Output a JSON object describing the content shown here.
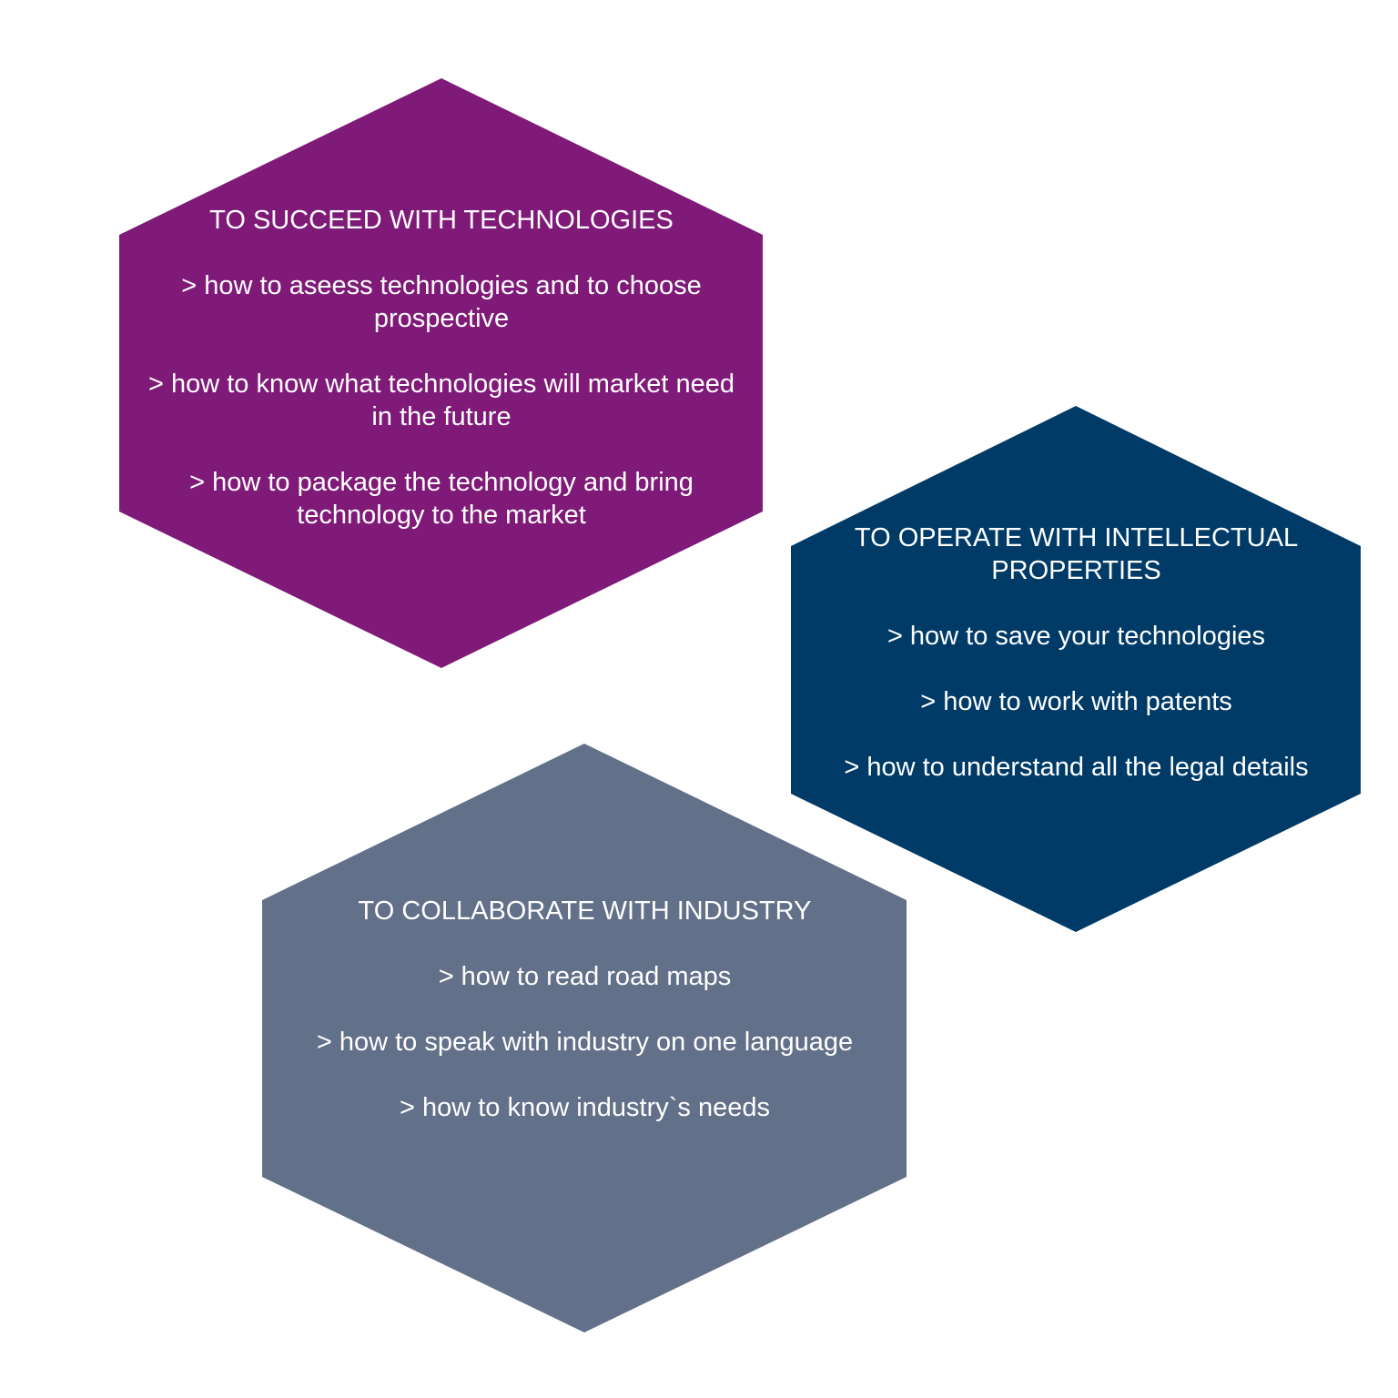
{
  "colors": {
    "technologies": "#7f1a78",
    "intellectual_properties": "#003b68",
    "industry": "#637089",
    "text": "#ffffff"
  },
  "hexagons": {
    "technologies": {
      "title": "TO SUCCEED WITH TECHNOLOGIES",
      "items": [
        "> how to  aseess technologies and to choose prospective",
        "> how to know what technologies will market need in the future",
        "> how to package the technology and bring technology to the market"
      ]
    },
    "intellectual_properties": {
      "title": "TO OPERATE WITH INTELLECTUAL PROPERTIES",
      "items": [
        "> how to save your technologies",
        "> how to work with patents",
        "> how to understand all the legal details"
      ]
    },
    "industry": {
      "title": "TO COLLABORATE WITH INDUSTRY",
      "items": [
        "> how to read road maps",
        "> how to speak with industry on one language",
        "> how to know industry`s needs"
      ]
    }
  }
}
